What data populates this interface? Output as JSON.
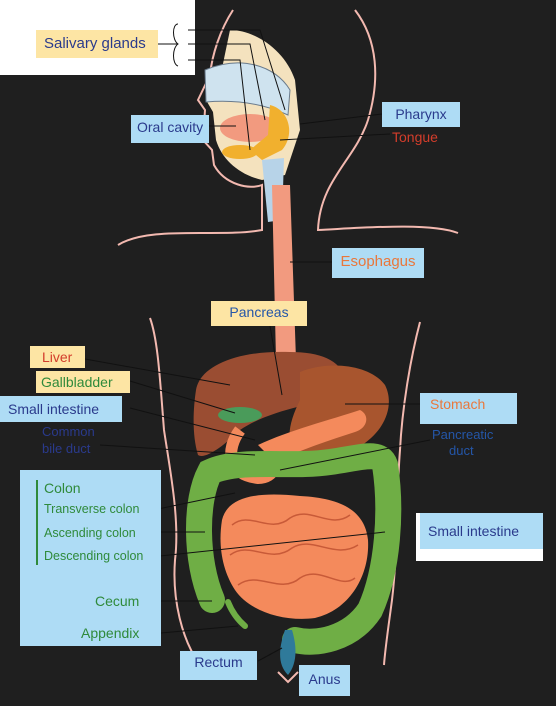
{
  "labels": {
    "salivary_glands": "Salivary glands",
    "oral_cavity": "Oral cavity",
    "pharynx": "Pharynx",
    "tongue": "Tongue",
    "esophagus": "Esophagus",
    "pancreas": "Pancreas",
    "liver": "Liver",
    "gallbladder": "Gallbladder",
    "small_intestine_left": "Small intestine",
    "common_bile_duct_1": "Common",
    "common_bile_duct_2": "bile duct",
    "stomach": "Stomach",
    "pancreatic_duct_1": "Pancreatic",
    "pancreatic_duct_2": "duct",
    "colon": "Colon",
    "transverse_colon": "Transverse colon",
    "ascending_colon": "Ascending colon",
    "descending_colon": "Descending colon",
    "small_intestine_right": "Small intestine",
    "cecum": "Cecum",
    "appendix": "Appendix",
    "rectum": "Rectum",
    "anus": "Anus"
  },
  "colors": {
    "background": "#1f1f1f",
    "label_blue_box": "#aedcf5",
    "label_yellow_box": "#fde5a4",
    "text_navy": "#2a3a8c",
    "text_red": "#d33d2b",
    "text_orange": "#e9773b",
    "text_green": "#2f8a3b",
    "text_blue": "#2456a8",
    "body_outline": "#f3b9b0",
    "liver": "#9a4d32",
    "stomach": "#a8552e",
    "small_intestine": "#f48a5c",
    "colon": "#6fae45",
    "esophagus": "#f29a7f"
  }
}
